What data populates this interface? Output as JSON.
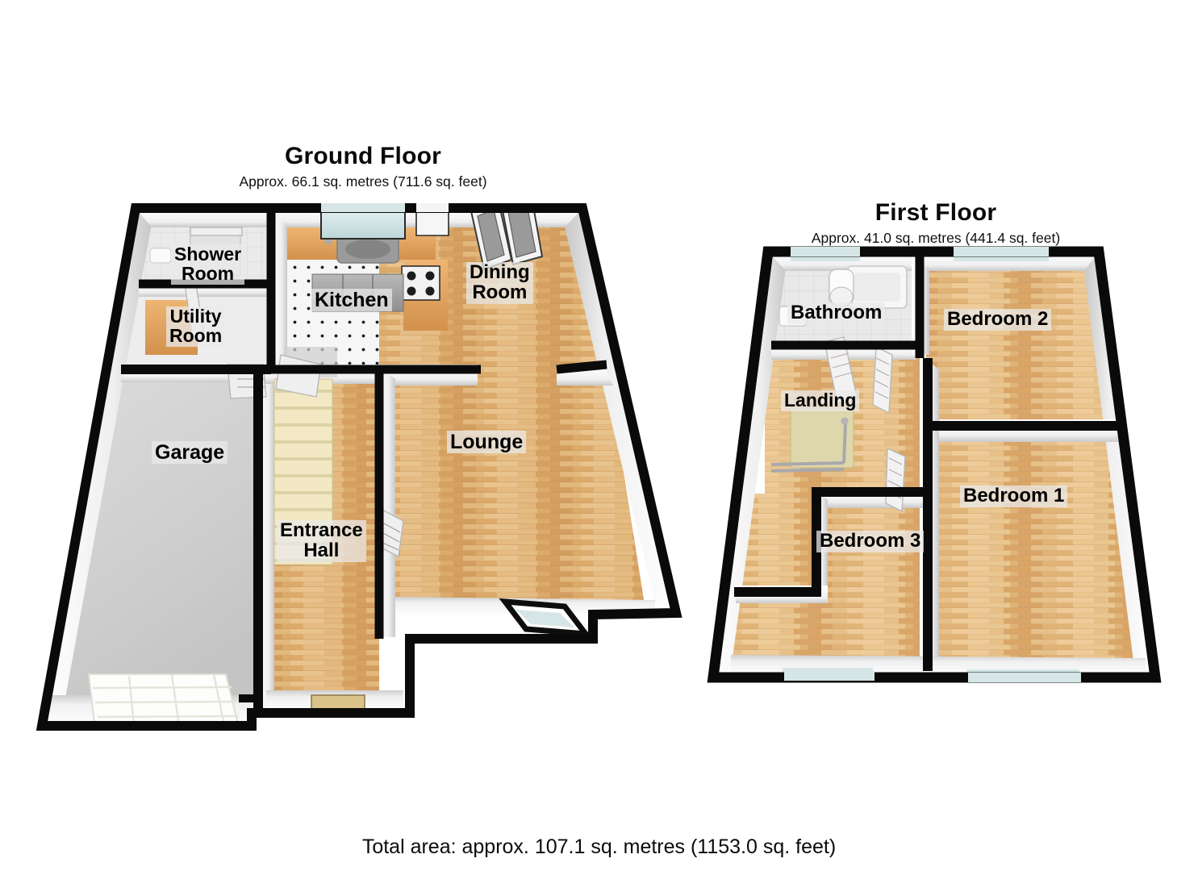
{
  "document": {
    "type": "floor-plan",
    "total_area_text": "Total area: approx. 107.1 sq. metres (1153.0 sq. feet)"
  },
  "floors": [
    {
      "id": "ground",
      "title": "Ground Floor",
      "subtitle": "Approx. 66.1 sq. metres (711.6 sq. feet)",
      "rooms": [
        {
          "id": "shower-room",
          "label": "Shower\nRoom",
          "floor_type": "tile-grey"
        },
        {
          "id": "utility-room",
          "label": "Utility\nRoom",
          "floor_type": "tile-dotted"
        },
        {
          "id": "kitchen",
          "label": "Kitchen",
          "floor_type": "tile-dotted"
        },
        {
          "id": "dining-room",
          "label": "Dining\nRoom",
          "floor_type": "wood"
        },
        {
          "id": "garage",
          "label": "Garage",
          "floor_type": "concrete"
        },
        {
          "id": "entrance-hall",
          "label": "Entrance\nHall",
          "floor_type": "wood"
        },
        {
          "id": "lounge",
          "label": "Lounge",
          "floor_type": "wood"
        }
      ]
    },
    {
      "id": "first",
      "title": "First Floor",
      "subtitle": "Approx. 41.0 sq. metres (441.4 sq. feet)",
      "rooms": [
        {
          "id": "bathroom",
          "label": "Bathroom",
          "floor_type": "tile-grey"
        },
        {
          "id": "landing",
          "label": "Landing",
          "floor_type": "wood"
        },
        {
          "id": "bedroom-2",
          "label": "Bedroom 2",
          "floor_type": "wood"
        },
        {
          "id": "bedroom-1",
          "label": "Bedroom 1",
          "floor_type": "wood"
        },
        {
          "id": "bedroom-3",
          "label": "Bedroom 3",
          "floor_type": "wood"
        }
      ]
    }
  ],
  "colors": {
    "background": "#ffffff",
    "wall_outline": "#0a0a0a",
    "wall_face": "#f2f2f2",
    "wall_face_shadow": "#d2d2d2",
    "wood_floor": "#d8a868",
    "wood_floor_light": "#e8c796",
    "concrete_floor": "#cfcfcf",
    "tile_floor": "#f4f4f4",
    "window_glass": "#cfe3e4",
    "counter_wood": "#e0a45c",
    "stairs": "#efe4bd",
    "text": "#000000",
    "label_backing": "#e9e9e9"
  },
  "fixtures": {
    "ground": [
      "kitchen-sink",
      "kitchen-hob",
      "kitchen-counter",
      "kitchen-units",
      "shower-cubicle",
      "wc",
      "utility-counter",
      "staircase",
      "front-door",
      "garage-door",
      "dining-french-doors",
      "kitchen-window",
      "lounge-bay-window",
      "internal-door-shower",
      "internal-door-utility",
      "internal-door-garage",
      "internal-door-kitchen",
      "internal-door-lounge"
    ],
    "first": [
      "bath",
      "wc",
      "wash-basin",
      "stairwell-opening",
      "banister",
      "bathroom-door",
      "bedroom-1-door",
      "bedroom-2-door",
      "bedroom-3-door",
      "bedroom-2-window",
      "bedroom-1-window",
      "bedroom-3-window",
      "bathroom-window"
    ]
  }
}
